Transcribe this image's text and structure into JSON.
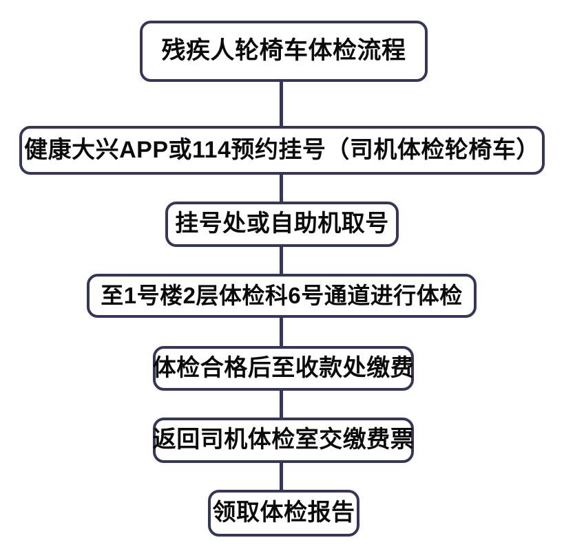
{
  "page": {
    "background_color": "#ffffff"
  },
  "flowchart": {
    "title": "残疾人轮椅车体检流程",
    "border_color": "#343759",
    "connector_color": "#343759",
    "text_color": "#0b0b0b",
    "direction": "top-to-bottom",
    "nodes": [
      {
        "label": "残疾人轮椅车体检流程"
      },
      {
        "label": "健康大兴APP或114预约挂号（司机体检轮椅车）"
      },
      {
        "label": "挂号处或自助机取号"
      },
      {
        "label": "至1号楼2层体检科6号通道进行体检"
      },
      {
        "label": "体检合格后至收款处缴费"
      },
      {
        "label": "返回司机体检室交缴费票"
      },
      {
        "label": "领取体检报告"
      }
    ]
  }
}
